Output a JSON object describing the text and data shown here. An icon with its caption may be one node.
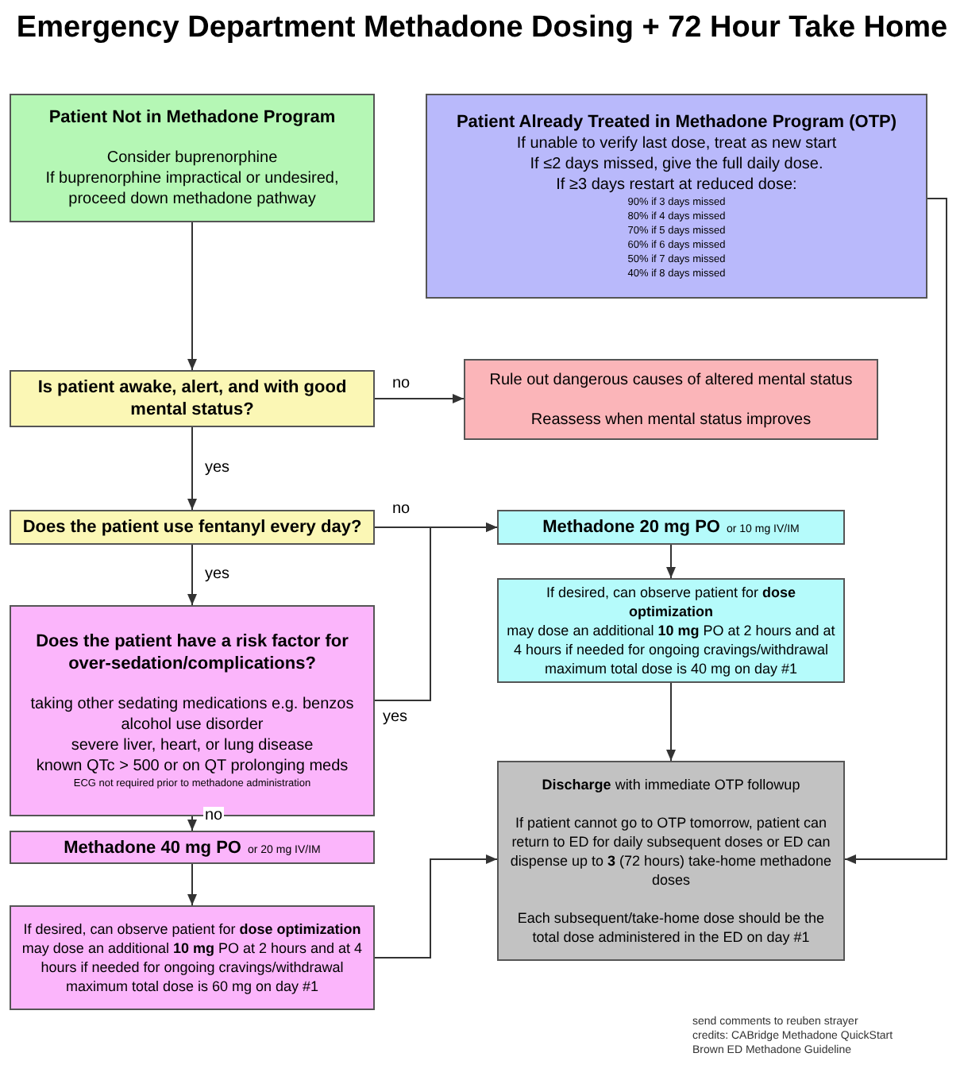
{
  "diagram": {
    "title": "Emergency Department Methadone Dosing + 72 Hour Take Home",
    "nodes": [
      {
        "text": [
          "Patient Not in Methadone Program",
          "Consider buprenorphine",
          "If buprenorphine impractical or undesired, proceed down methadone pathway"
        ]
      },
      {
        "text": [
          "Patient Already Treated in Methadone Program (OTP)",
          "If unable to verify last dose, treat as new start",
          "If ≤2 days missed, give the full daily dose.",
          "If ≥3 days restart at reduced dose:",
          "90% if 3 days missed",
          "80% if 4 days missed",
          "70% if 5 days missed",
          "60% if 6 days missed",
          "50% if 7 days missed",
          "40% if 8 days missed"
        ]
      },
      {
        "text": [
          "Is patient awake, alert, and with good mental status?"
        ]
      },
      {
        "text": [
          "Rule out dangerous causes of altered mental status",
          "Reassess when mental status improves"
        ]
      },
      {
        "text": [
          "Does the patient use fentanyl every day?"
        ]
      },
      {
        "text": [
          "Methadone 20 mg PO",
          "or 10 mg IV/IM"
        ]
      },
      {
        "text": [
          "If desired, can observe patient for **dose optimization**",
          "may dose an additional **10 mg** PO at 2 hours and at 4 hours if needed for ongoing cravings/withdrawal",
          "maximum total dose is 40 mg on day #1"
        ]
      },
      {
        "text": [
          "Does the patient have a risk factor for over-sedation/complications?",
          "taking other sedating medications e.g. benzos",
          "alcohol use disorder",
          "severe liver, heart, or lung disease",
          "known QTc > 500 or on QT prolonging meds",
          "ECG not required prior to methadone administration"
        ]
      },
      {
        "text": [
          "Methadone 40 mg PO",
          "or 20 mg IV/IM"
        ]
      },
      {
        "text": [
          "If desired, can observe patient for **dose optimization**",
          "may dose an additional **10 mg** PO at 2 hours and at 4 hours if needed for ongoing cravings/withdrawal",
          "maximum total dose is 60 mg on day #1"
        ]
      },
      {
        "text": [
          "**Discharge** with immediate OTP followup",
          "If patient cannot go to OTP tomorrow, patient can return to ED for daily subsequent doses or ED can dispense up to **3** (72 hours) take-home methadone doses",
          "Each subsequent/take-home dose should be the total dose administered in the ED on day #1"
        ]
      }
    ],
    "edges": [
      {
        "from": 0,
        "to": 2,
        "arrow": "to"
      },
      {
        "from": 2,
        "to": 3,
        "arrow": "to",
        "label": "no"
      },
      {
        "from": 2,
        "to": 4,
        "arrow": "to",
        "label": "yes"
      },
      {
        "from": 4,
        "to": 5,
        "arrow": "to",
        "label": "no"
      },
      {
        "from": 4,
        "to": 7,
        "arrow": "to",
        "label": "yes"
      },
      {
        "from": 7,
        "to": 5,
        "arrow": "to",
        "label": "yes"
      },
      {
        "from": 5,
        "to": 6,
        "arrow": "to"
      },
      {
        "from": 6,
        "to": 10,
        "arrow": "to"
      },
      {
        "from": 7,
        "to": 8,
        "arrow": "to",
        "label": "no"
      },
      {
        "from": 8,
        "to": 9,
        "arrow": "to"
      },
      {
        "from": 9,
        "to": 10,
        "arrow": "to"
      },
      {
        "from": 1,
        "to": 10,
        "arrow": "to"
      }
    ],
    "labels": [
      "send comments to reuben strayer",
      "credits: CABridge Methadone QuickStart",
      "Brown ED Methadone Guideline"
    ]
  }
}
